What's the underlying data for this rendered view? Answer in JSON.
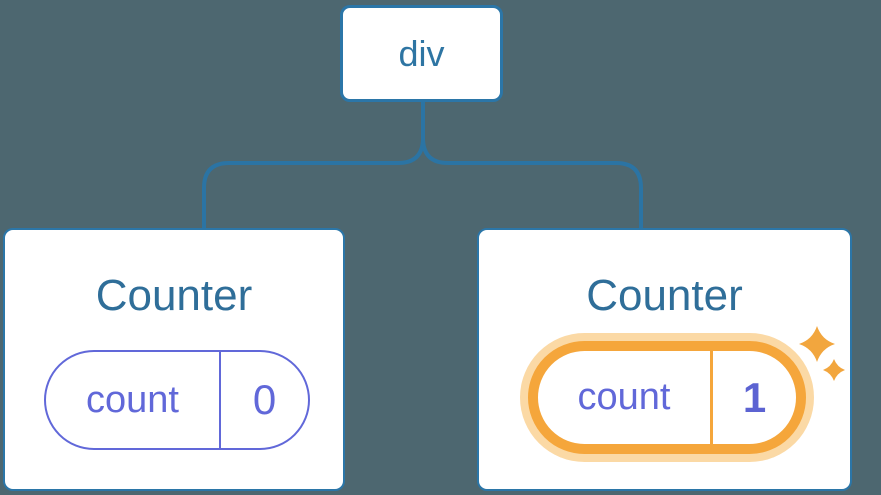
{
  "diagram": {
    "description_colors": {
      "background": "#4d6770",
      "line_blue": "#2b74a4",
      "card_border_blue": "#2b76a8",
      "node_text_blue": "#2e75a3",
      "title_blue": "#2f6e99",
      "pill_purple": "#6168d9",
      "value_purple": "#5c63d2",
      "highlight_orange": "#f5a63b",
      "highlight_glow": "#fbd9a5",
      "card_background": "#ffffff"
    },
    "tree": {
      "root": {
        "label": "div"
      },
      "children": [
        {
          "title": "Counter",
          "state": {
            "name": "count",
            "value": "0"
          },
          "highlighted": false
        },
        {
          "title": "Counter",
          "state": {
            "name": "count",
            "value": "1"
          },
          "highlighted": true,
          "badge_icon": "sparkle-icon"
        }
      ]
    }
  }
}
